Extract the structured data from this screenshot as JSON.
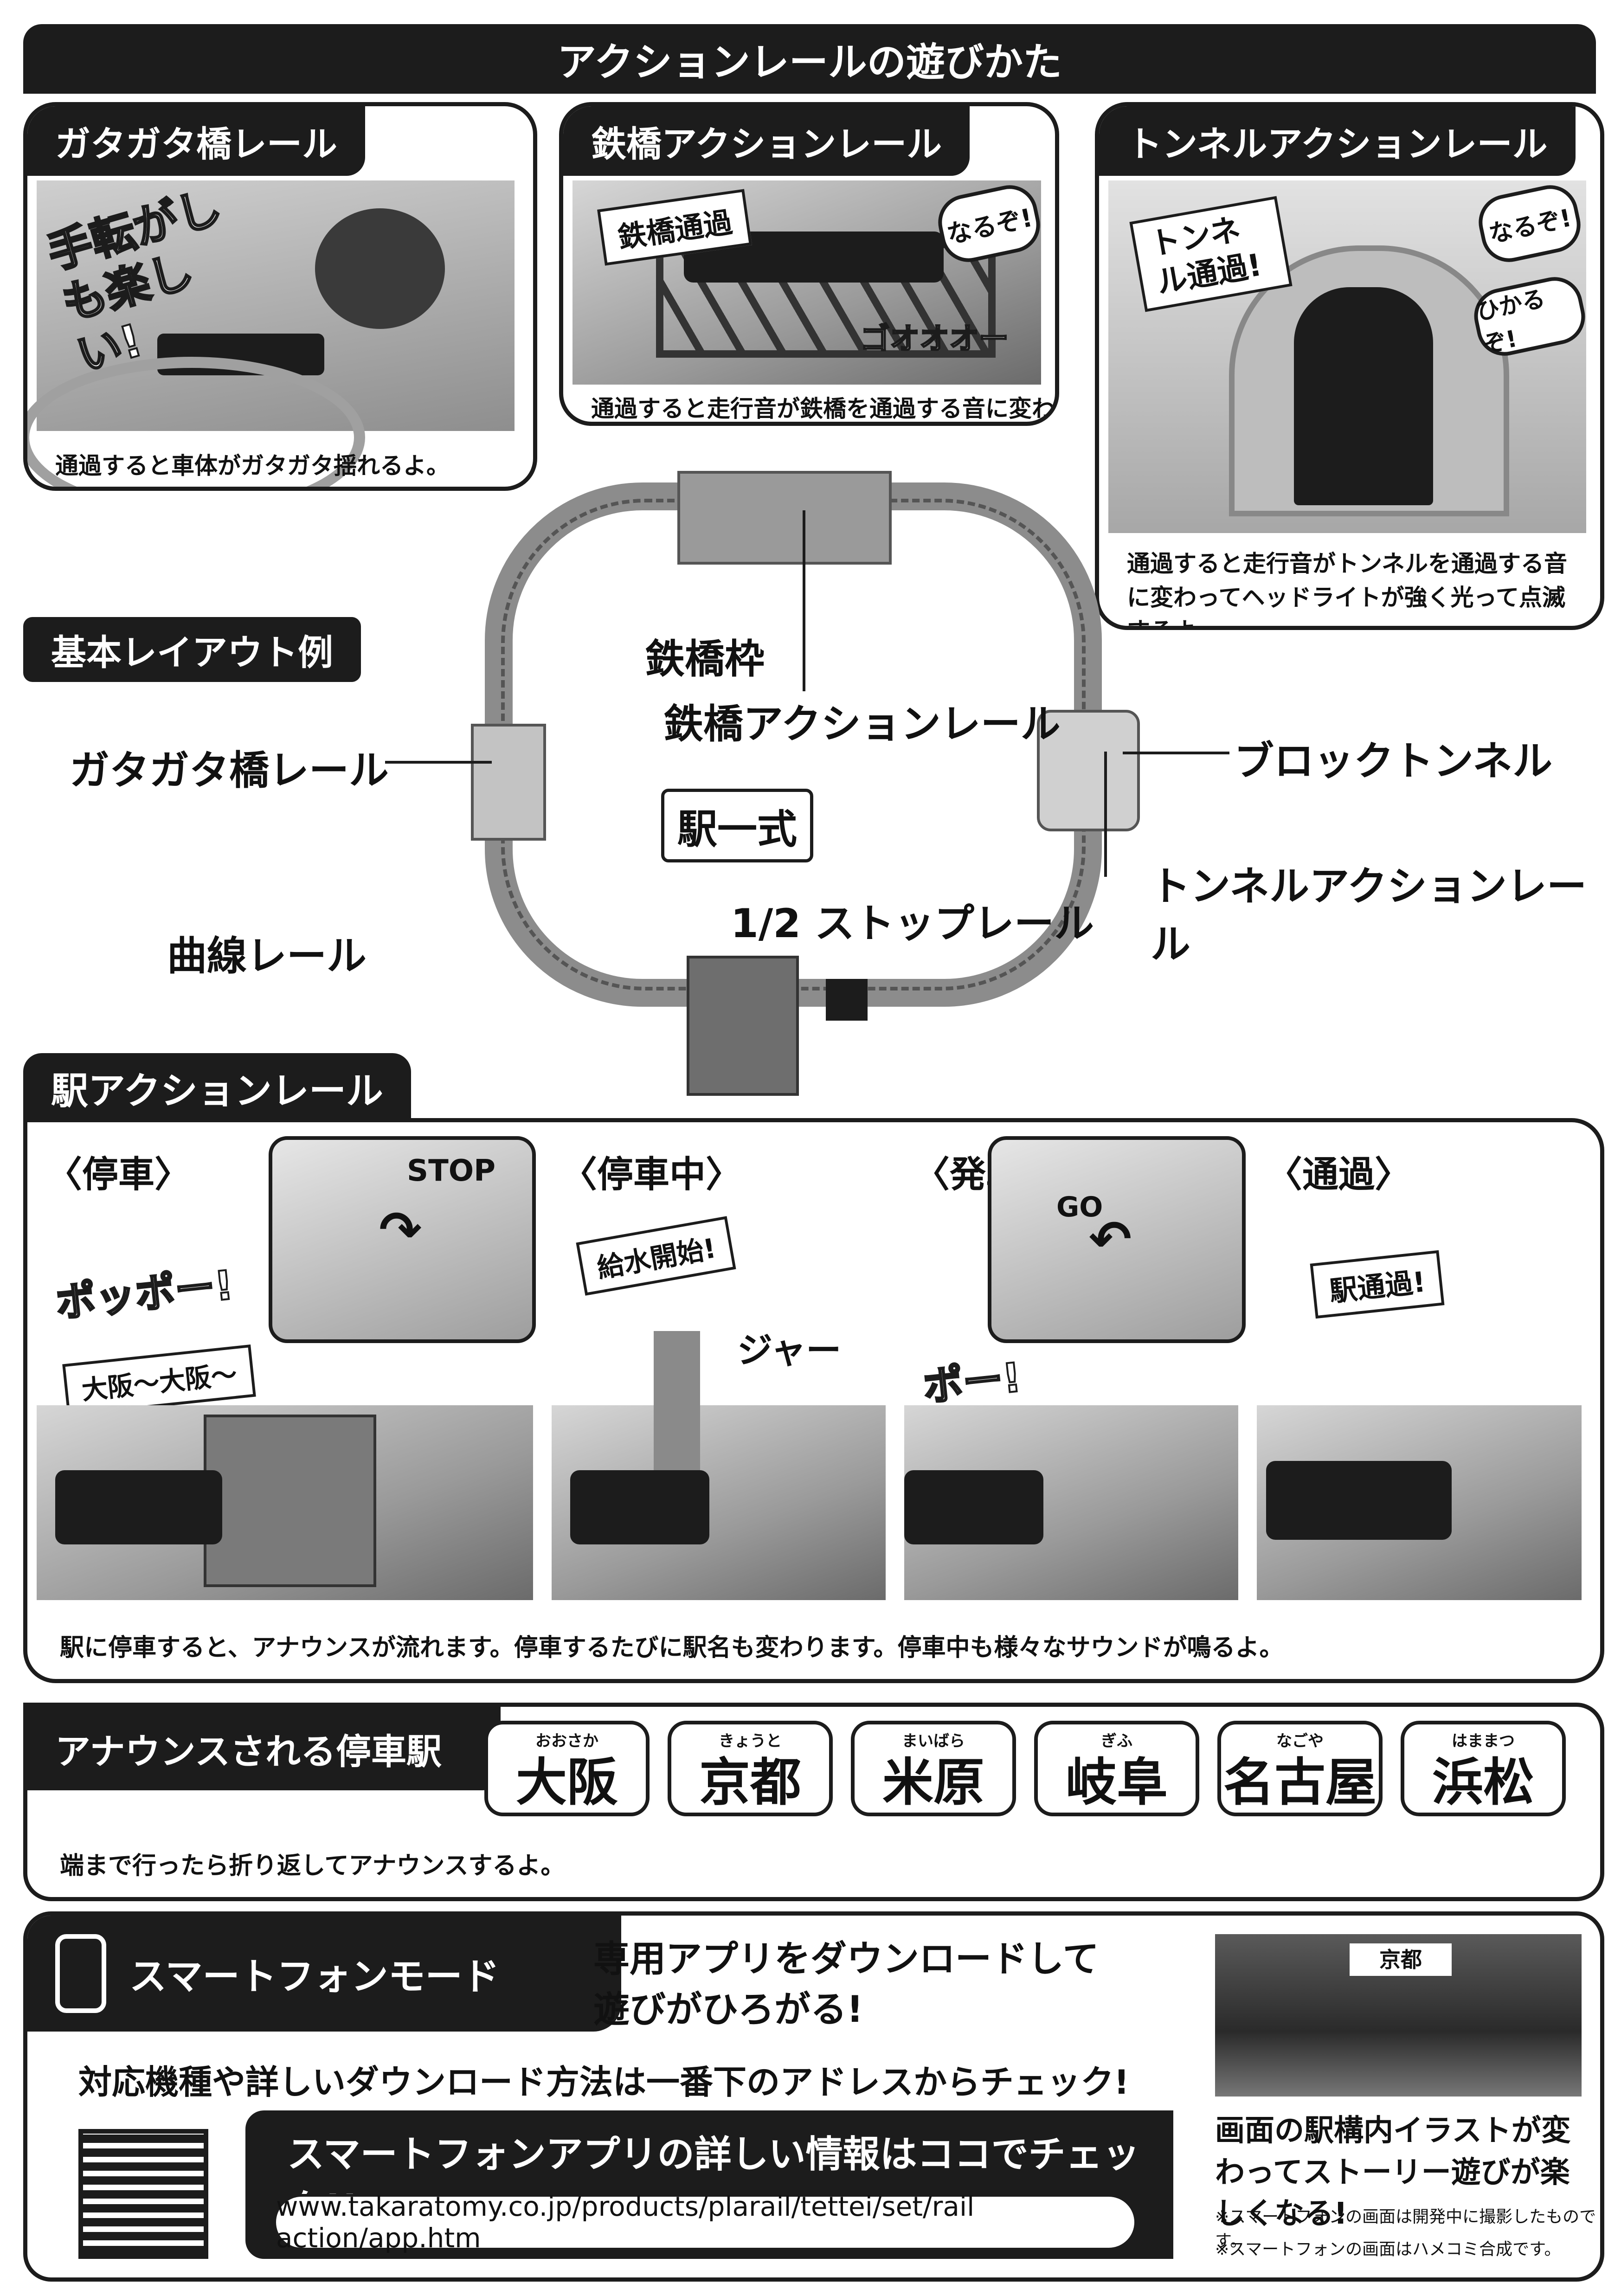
{
  "header": {
    "title": "アクションレールの遊びかた"
  },
  "top_panels": [
    {
      "title": "ガタガタ橋レール",
      "callout": "手転がしも楽しい!",
      "caption": "通過すると車体がガタガタ揺れるよ。"
    },
    {
      "title": "鉄橋アクションレール",
      "tag": "鉄橋通過",
      "sfx": "ゴオオオー",
      "badge": "なるぞ!",
      "caption": "通過すると走行音が鉄橋を通過する音に変わるよ。"
    },
    {
      "title": "トンネルアクションレール",
      "tag": "トンネル通過!",
      "badge1": "なるぞ!",
      "badge2": "ひかるぞ!",
      "caption": "通過すると走行音がトンネルを通過する音に変わってヘッドライトが強く光って点滅するよ。"
    }
  ],
  "layout": {
    "title": "基本レイアウト例",
    "labels": {
      "bridge_frame": "鉄橋枠",
      "bridge_rail": "鉄橋アクションレール",
      "gatagata": "ガタガタ橋レール",
      "block_tunnel": "ブロックトンネル",
      "station_set": "駅一式",
      "tunnel_rail": "トンネルアクションレール",
      "curve": "曲線レール",
      "half_stop": "1/2 ストップレール"
    }
  },
  "station_section": {
    "title": "駅アクションレール",
    "steps": [
      {
        "label": "〈停車〉",
        "inset": "STOP",
        "sfx": "ポッポー!",
        "tag": "大阪〜大阪〜"
      },
      {
        "label": "〈停車中〉",
        "tag": "給水開始!",
        "sfx": "ジャー"
      },
      {
        "label": "〈発車〉",
        "inset": "GO",
        "sfx": "ポー!"
      },
      {
        "label": "〈通過〉",
        "tag": "駅通過!"
      }
    ],
    "caption": "駅に停車すると、アナウンスが流れます。停車するたびに駅名も変わります。停車中も様々なサウンドが鳴るよ。"
  },
  "stations": {
    "title": "アナウンスされる停車駅",
    "list": [
      {
        "name": "大阪",
        "reading": "おおさか"
      },
      {
        "name": "京都",
        "reading": "きょうと"
      },
      {
        "name": "米原",
        "reading": "まいばら"
      },
      {
        "name": "岐阜",
        "reading": "ぎふ"
      },
      {
        "name": "名古屋",
        "reading": "なごや"
      },
      {
        "name": "浜松",
        "reading": "はままつ"
      }
    ],
    "caption": "端まで行ったら折り返してアナウンスするよ。"
  },
  "smartphone": {
    "title": "スマートフォンモード",
    "lead": "専用アプリをダウンロードして遊びがひろがる!",
    "check": "対応機種や詳しいダウンロード方法は一番下のアドレスからチェック!",
    "banner": "スマートフォンアプリの詳しい情報はココでチェック!!",
    "url": "www.takaratomy.co.jp/products/plarail/tettei/set/rail action/app.htm",
    "screen_station": "京都",
    "side_caption": "画面の駅構内イラストが変わってストーリー遊びが楽しくなる!",
    "note1": "※スマートフォンの画面は開発中に撮影したものです。",
    "note2": "※スマートフォンの画面はハメコミ合成です。"
  }
}
